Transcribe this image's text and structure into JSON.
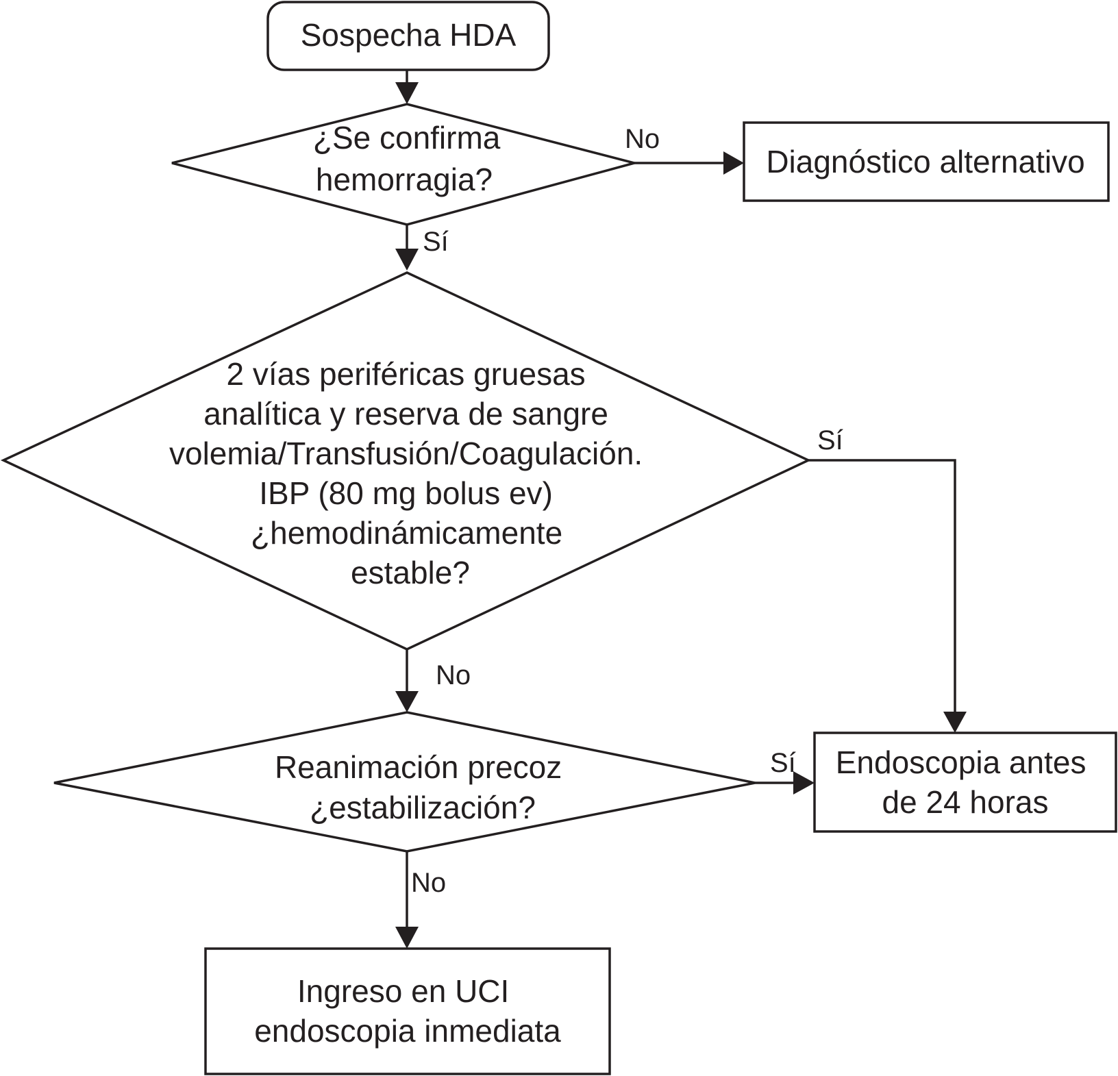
{
  "nodes": {
    "start": {
      "lines": [
        "Sospecha HDA"
      ]
    },
    "confirm": {
      "lines": [
        "¿Se confirma",
        "hemorragia?"
      ]
    },
    "alternative": {
      "lines": [
        "Diagnóstico alternativo"
      ]
    },
    "stable": {
      "lines": [
        "2 vías periféricas gruesas",
        "analítica y reserva de sangre",
        "volemia/Transfusión/Coagulación.",
        "IBP (80 mg bolus ev)",
        "¿hemodinámicamente",
        "estable?"
      ]
    },
    "resuscitation": {
      "lines": [
        "Reanimación precoz",
        "¿estabilización?"
      ]
    },
    "endoscopy24": {
      "lines": [
        "Endoscopia antes",
        "de 24 horas"
      ]
    },
    "icu": {
      "lines": [
        "Ingreso en UCI",
        "endoscopia inmediata"
      ]
    }
  },
  "edges": {
    "confirm_no": "No",
    "confirm_yes": "Sí",
    "stable_yes": "Sí",
    "stable_no": "No",
    "resuscitation_yes": "Sí",
    "resuscitation_no": "No"
  }
}
